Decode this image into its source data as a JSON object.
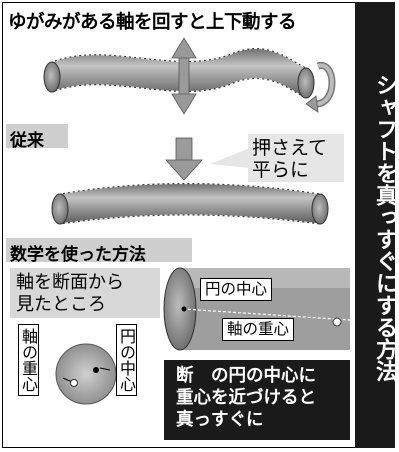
{
  "title": "ゆがみがある軸を回すと上下動する",
  "sidebar_title": "シャフトを真っすぐにする方法",
  "section_conventional": {
    "label": "従来",
    "press_lines": [
      "押さえて",
      "平らに"
    ]
  },
  "section_math": {
    "label": "数学を使った方法",
    "cross_section_lines": [
      "軸を断面から",
      "見たところ"
    ],
    "vertical_labels": {
      "shaft_center": "軸の重心",
      "circle_center": "円の中心"
    },
    "circle_center_label": "円の中心",
    "shaft_centroid_label": "軸の重心",
    "conclusion_lines": [
      "断　の円の中心に",
      "重心を近づけると",
      "真っすぐに"
    ]
  }
}
